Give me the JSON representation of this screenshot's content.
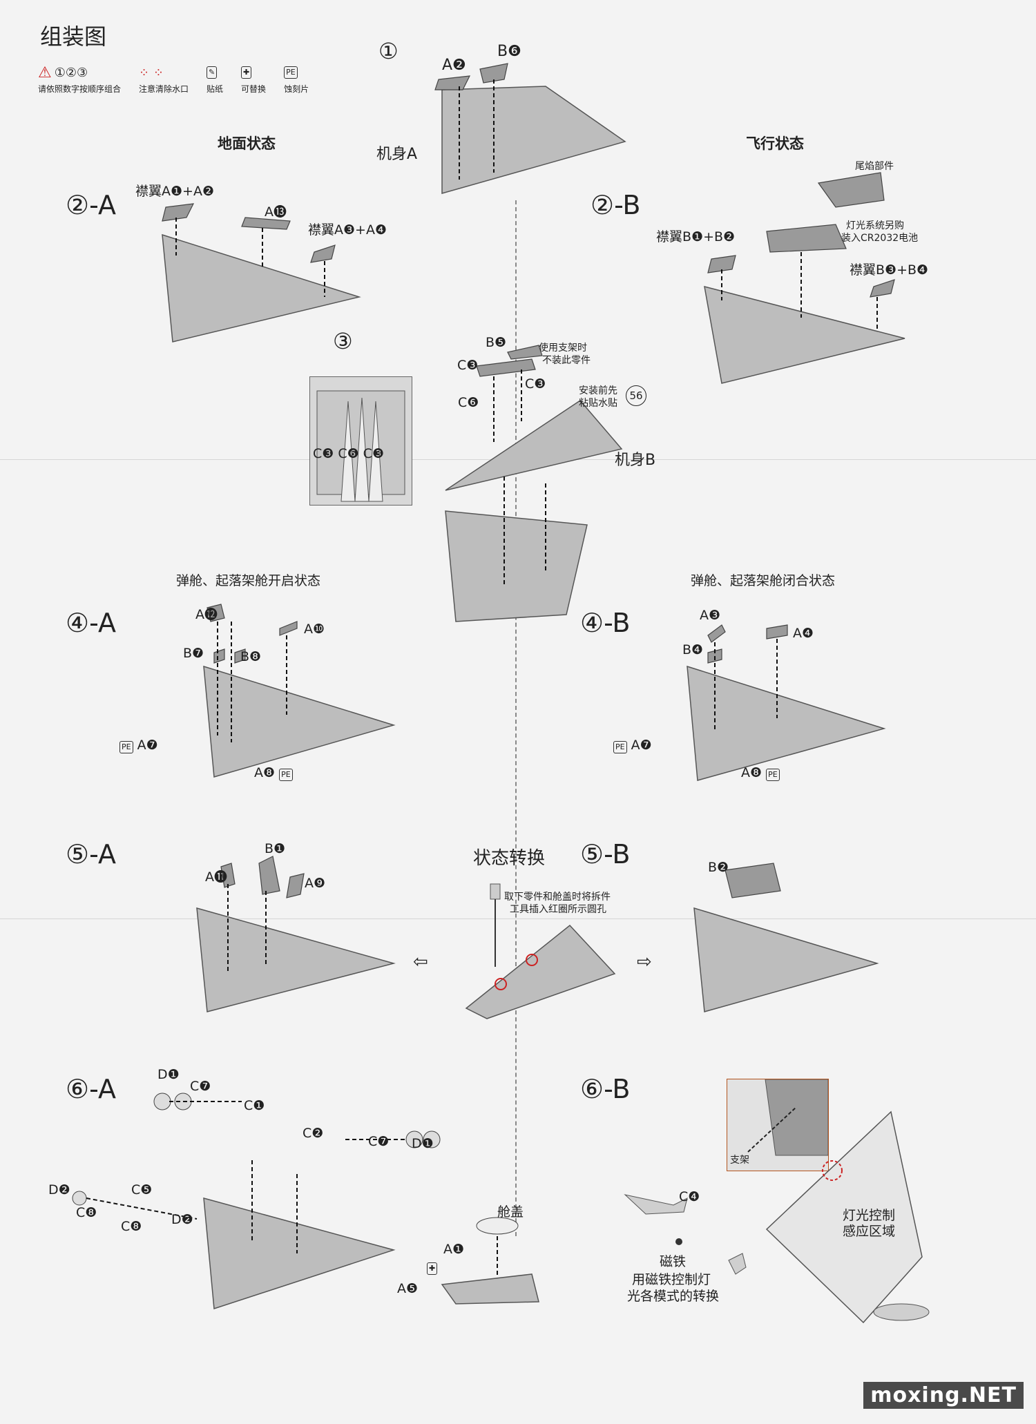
{
  "title": "组装图",
  "legend": [
    {
      "symbols": "△①②③",
      "text": "请依照数字按顺序组合",
      "icon": "warning-order-icon"
    },
    {
      "symbols": "⟋⟋",
      "text": "注意清除水口",
      "icon": "sprue-cut-icon"
    },
    {
      "symbols": "✎",
      "text": "贴纸",
      "icon": "sticker-icon"
    },
    {
      "symbols": "⧉",
      "text": "可替换",
      "icon": "replaceable-icon"
    },
    {
      "symbols": "PE",
      "text": "蚀刻片",
      "icon": "pe-icon"
    }
  ],
  "headers": {
    "ground": "地面状态",
    "flight": "飞行状态",
    "open": "弹舱、起落架舱开启状态",
    "closed": "弹舱、起落架舱闭合状态",
    "switch": "状态转换"
  },
  "steps": {
    "s1": "①",
    "s2a": "②-A",
    "s2b": "②-B",
    "s3": "③",
    "s4a": "④-A",
    "s4b": "④-B",
    "s5a": "⑤-A",
    "s5b": "⑤-B",
    "s6a": "⑥-A",
    "s6b": "⑥-B"
  },
  "parts": {
    "s1_a2": "A❷",
    "s1_b6": "B❻",
    "s1_body": "机身A",
    "s2a_flap1": "襟翼A❶+A❷",
    "s2a_a13": "A⓭",
    "s2a_flap2": "襟翼A❸+A❹",
    "s2b_exhaust": "尾焰部件",
    "s2b_light1": "灯光系统另购",
    "s2b_light2": "装入CR2032电池",
    "s2b_flap1": "襟翼B❶+B❷",
    "s2b_flap2": "襟翼B❸+B❹",
    "s3_b5": "B❺",
    "s3_note1": "使用支架时",
    "s3_note2": "不装此零件",
    "s3_c3a": "C❸",
    "s3_c3b": "C❸",
    "s3_c6": "C❻",
    "s3_decal1": "安装前先",
    "s3_decal2": "粘贴水贴",
    "s3_decalnum": "56",
    "s3_body": "机身B",
    "s3_detail": "C❸ C❻ C❸",
    "s4a_a12": "A⓬",
    "s4a_a10": "A❿",
    "s4a_b7": "B❼",
    "s4a_b8": "B❽",
    "s4a_a7": "A❼",
    "s4a_a8": "A❽",
    "s4b_a3": "A❸",
    "s4b_a4": "A❹",
    "s4b_b4": "B❹",
    "s4b_a7": "A❼",
    "s4b_a8": "A❽",
    "s5a_a11": "A⓫",
    "s5a_b1": "B❶",
    "s5a_a9": "A❾",
    "switch_note1": "取下零件和舱盖时将拆件",
    "switch_note2": "工具插入红圈所示圆孔",
    "s5b_b2": "B❷",
    "s6a_d1a": "D❶",
    "s6a_c7a": "C❼",
    "s6a_c1": "C❶",
    "s6a_c2": "C❷",
    "s6a_c7b": "C❼",
    "s6a_d1b": "D❶",
    "s6a_d2a": "D❷",
    "s6a_c5": "C❺",
    "s6a_c8a": "C❽",
    "s6a_c8b": "C❽",
    "s6a_d2b": "D❷",
    "s6a_canopy": "舱盖",
    "s6a_a1": "A❶",
    "s6a_a5": "A❺",
    "s6b_stand": "支架",
    "s6b_c4": "C❹",
    "s6b_magnet": "磁铁",
    "s6b_mag1": "用磁铁控制灯",
    "s6b_mag2": "光各模式的转换",
    "s6b_sense1": "灯光控制",
    "s6b_sense2": "感应区域",
    "pe": "PE"
  },
  "watermark": "moxing.NET"
}
